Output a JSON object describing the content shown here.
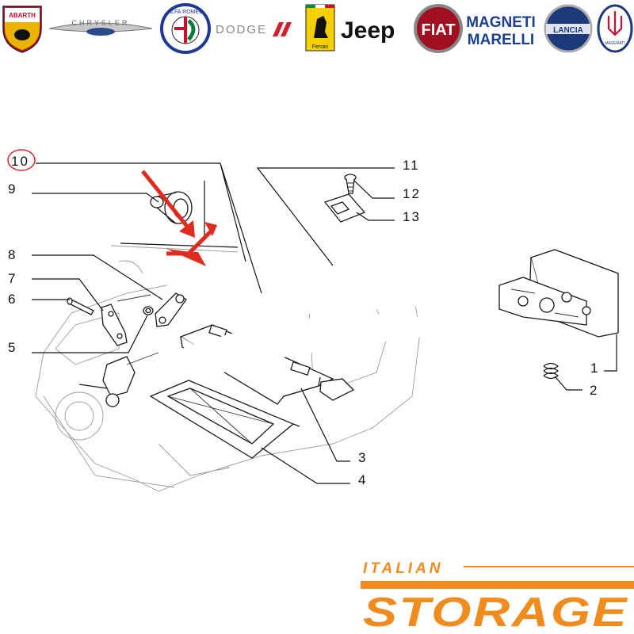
{
  "brands": {
    "abarth": "ABARTH",
    "chrysler": "CHRYSLER",
    "alfa_romeo": "ALFA ROMEO",
    "dodge": "DODGE",
    "ferrari": "Ferrari",
    "jeep": "Jeep",
    "fiat": "FIAT",
    "magneti_marelli_1": "MAGNETI",
    "magneti_marelli_2": "MARELLI",
    "lancia": "LANCIA",
    "maserati": "MASERATI"
  },
  "callouts": {
    "c1": "1",
    "c2": "2",
    "c3": "3",
    "c4": "4",
    "c5": "5",
    "c6": "6",
    "c7": "7",
    "c8": "8",
    "c9": "9",
    "c10": "10",
    "c11": "11",
    "c12": "12",
    "c13": "13"
  },
  "highlighted_callout": "10",
  "store_logo": {
    "line1": "ITALIAN",
    "line2": "STORAGE"
  },
  "colors": {
    "arrow": "#e02b20",
    "brand_orange": "#f08c1e",
    "highlight_circle": "#d9262b"
  }
}
